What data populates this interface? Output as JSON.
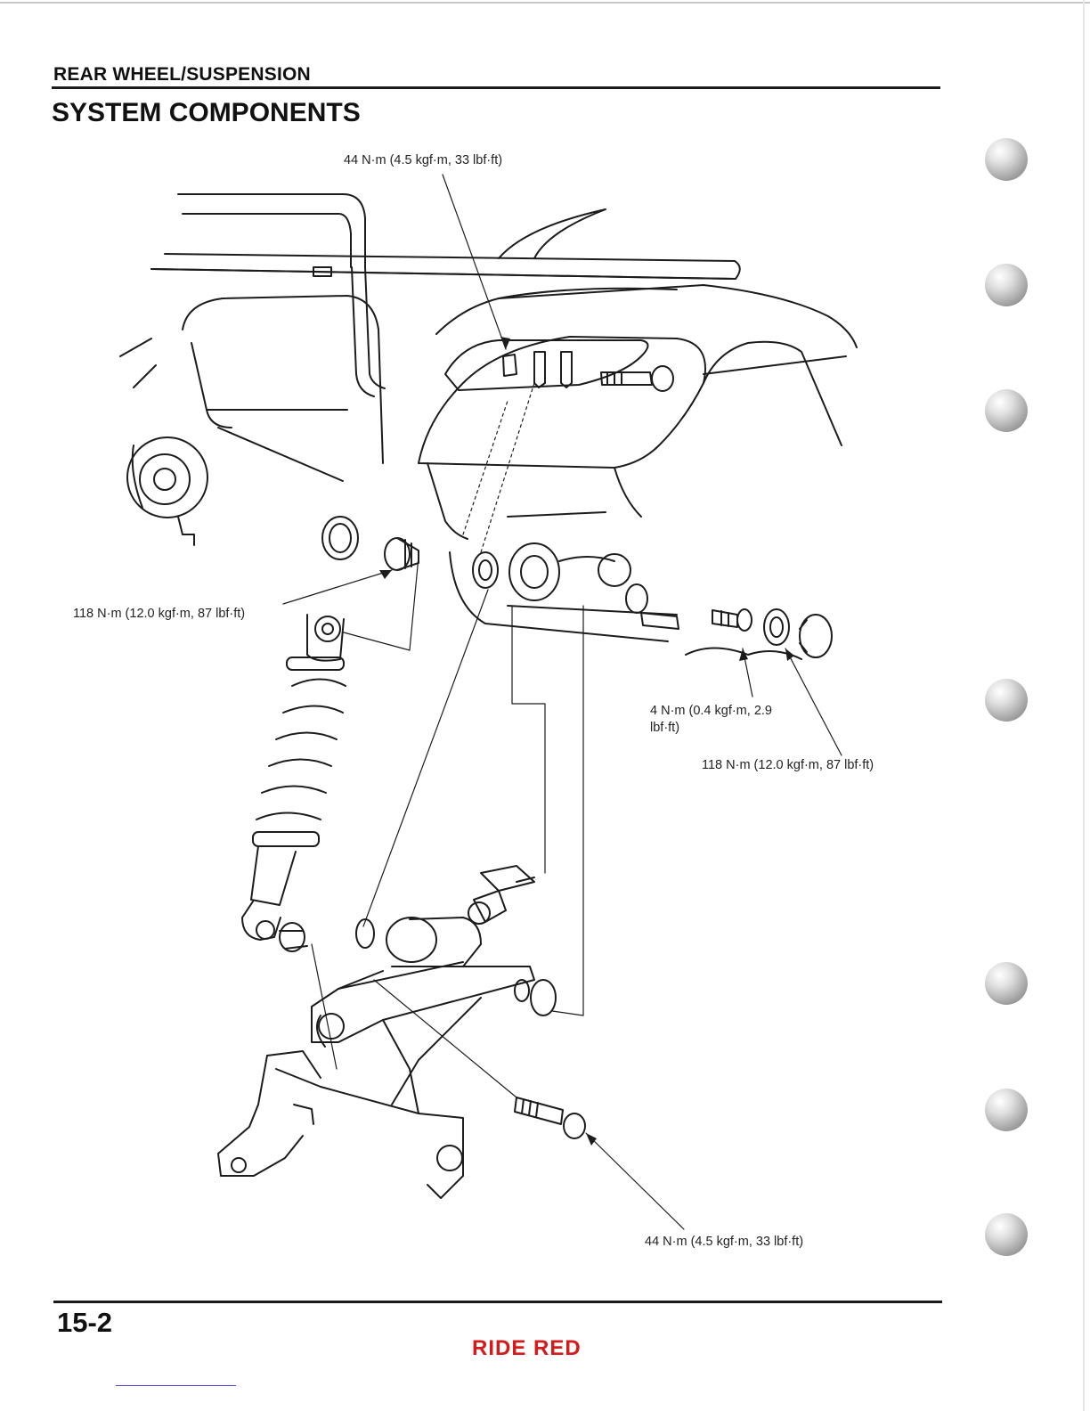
{
  "header": {
    "section": "REAR WHEEL/SUSPENSION",
    "title": "SYSTEM COMPONENTS"
  },
  "callouts": {
    "top_bolt_torque": "44 N·m (4.5 kgf·m, 33 lbf·ft)",
    "left_locknut_torque": "118 N·m (12.0 kgf·m, 87 lbf·ft)",
    "adjust_bolt_torque": "4 N·m (0.4 kgf·m, 2.9 lbf·ft)",
    "right_locknut_torque": "118 N·m (12.0 kgf·m, 87 lbf·ft)",
    "lower_bolt_torque": "44 N·m (4.5 kgf·m, 33 lbf·ft)"
  },
  "footer": {
    "page_number": "15-2",
    "brand": "RIDE RED"
  }
}
